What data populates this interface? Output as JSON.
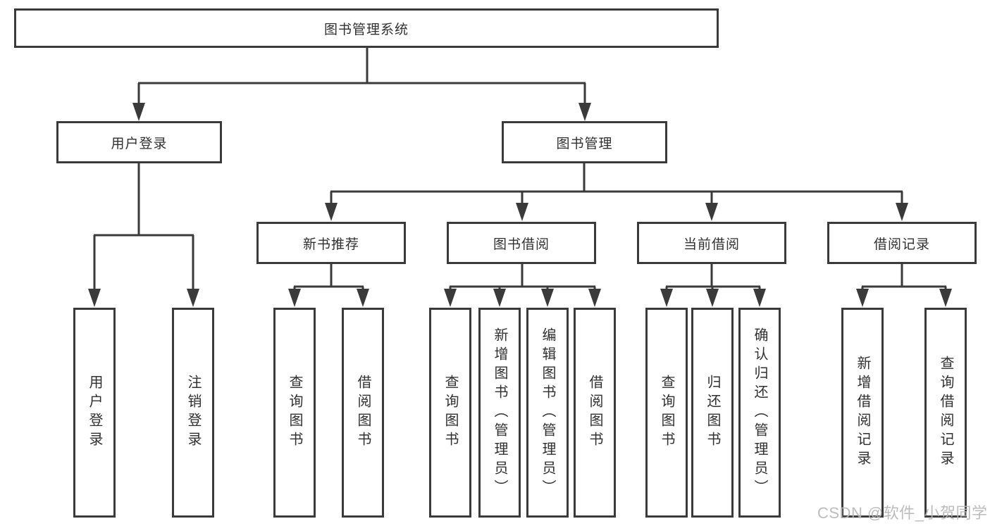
{
  "diagram": {
    "title": "图书管理系统",
    "level2": [
      {
        "id": "user-login",
        "label": "用户登录"
      },
      {
        "id": "book-management",
        "label": "图书管理"
      }
    ],
    "level3": [
      {
        "id": "new-book-recommend",
        "label": "新书推荐",
        "parent": "图书管理"
      },
      {
        "id": "book-borrow",
        "label": "图书借阅",
        "parent": "图书管理"
      },
      {
        "id": "current-borrow",
        "label": "当前借阅",
        "parent": "图书管理"
      },
      {
        "id": "borrow-records",
        "label": "借阅记录",
        "parent": "图书管理"
      }
    ],
    "leaves": [
      {
        "id": "leaf-user-login",
        "label": "用户登录",
        "parent": "用户登录"
      },
      {
        "id": "leaf-logout",
        "label": "注销登录",
        "parent": "用户登录"
      },
      {
        "id": "leaf-nbr-query-book",
        "label": "查询图书",
        "parent": "新书推荐"
      },
      {
        "id": "leaf-nbr-borrow-book",
        "label": "借阅图书",
        "parent": "新书推荐"
      },
      {
        "id": "leaf-bb-query-book",
        "label": "查询图书",
        "parent": "图书借阅"
      },
      {
        "id": "leaf-bb-add-book",
        "label": "新增图书（管理员）",
        "parent": "图书借阅"
      },
      {
        "id": "leaf-bb-edit-book",
        "label": "编辑图书（管理员）",
        "parent": "图书借阅"
      },
      {
        "id": "leaf-bb-borrow-book",
        "label": "借阅图书",
        "parent": "图书借阅"
      },
      {
        "id": "leaf-cb-query-book",
        "label": "查询图书",
        "parent": "当前借阅"
      },
      {
        "id": "leaf-cb-return-book",
        "label": "归还图书",
        "parent": "当前借阅"
      },
      {
        "id": "leaf-cb-confirm-return",
        "label": "确认归还（管理员）",
        "parent": "当前借阅"
      },
      {
        "id": "leaf-br-add-record",
        "label": "新增借阅记录",
        "parent": "借阅记录"
      },
      {
        "id": "leaf-br-query-record",
        "label": "查询借阅记录",
        "parent": "借阅记录"
      }
    ]
  },
  "watermark": "CSDN @软件_小贺同学",
  "colors": {
    "line": "#3a3a3a",
    "text": "#303030",
    "background": "#ffffff",
    "watermark_text": "#b6b6b6"
  }
}
